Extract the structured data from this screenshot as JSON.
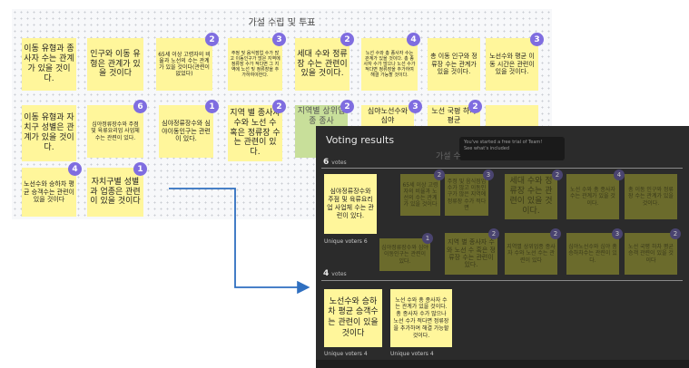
{
  "board": {
    "title": "가설 수립 및 투표",
    "notes": [
      {
        "text": "이동 유형과 종사자 수는 관계가 있을 것이다.",
        "badge": ""
      },
      {
        "text": "인구와 이동 유형은 관계가 있을 것이다",
        "badge": ""
      },
      {
        "text": "65세 이상 고령자의 비율과 노선의 수는 관계가 있을 것이다(관련이 없었다)",
        "badge": "2"
      },
      {
        "text": "주정 및 음식점업 수가 많고 이동인구가 많은 지역에 정류장 수가 적다면 그 지역에 노선 및 정류장을 추가하여야한다.",
        "badge": "3"
      },
      {
        "text": "세대 수와 정류장 수는 관련이 있을 것이다.",
        "badge": "2"
      },
      {
        "text": "노선 수와 총 종사자 수는 관계가 있을 것이다. 총 종사자 수가 많으나 노선 수가 적다면 정류장을 추가하여 해결 가능할 것이다.",
        "badge": "4"
      },
      {
        "text": "총 이동 인구와 정류장 수는 관계가 있을 것이다.",
        "badge": ""
      },
      {
        "text": "노선수와 평균 이동 시간은 관련이 있을 것이다.",
        "badge": "3"
      },
      {
        "text": "이동 유형과 자치구 성별은 관계가 있을 것이다.",
        "badge": ""
      },
      {
        "text": "심야정류장수와 주점 및 육류요리업 사업체 수는 관련이 있다.",
        "badge": "6"
      },
      {
        "text": "심야정류장수와 심야이동인구는 관련이 있다.",
        "badge": "1"
      },
      {
        "text": "지역 별 종사자 수와 노선 수 혹은 정류장 수는 관련이 있다.",
        "badge": "2"
      },
      {
        "text": "지역별 상위업종 종사",
        "badge": "2"
      },
      {
        "text": "심야노선수와 심야",
        "badge": "3"
      },
      {
        "text": "노선 국평 하차 평균",
        "badge": "2"
      },
      {
        "text": "",
        "badge": ""
      },
      {
        "text": "노선수와 승하차 평균 승객수는 관련이 있을 것이다",
        "badge": "4"
      },
      {
        "text": "자치구별 성별과 업종은 관련이 있을 것이다",
        "badge": "1"
      }
    ]
  },
  "voting": {
    "title": "Voting results",
    "toast": {
      "line1": "You've started a free trial of Team!",
      "line2": "See what's included"
    },
    "background_title": "가설 수",
    "groups": [
      {
        "count": "6",
        "votes_label": "votes",
        "note": "심야정류장수와 주점 및 육류요리업 사업체 수는 관련이 있다.",
        "unique_label": "Unique voters 6"
      },
      {
        "count": "4",
        "votes_label": "votes",
        "note1": "노선수와 승하차 평균 승객수는 관련이 있을 것이다",
        "note2": "노선 수와 총 종사자 수는 관계가 있을 것이다. 총 종사자 수가 많으나 노선 수가 적다면 정류장을 추가하여 해결 가능할 것이다.",
        "unique_label1": "Unique voters 4",
        "unique_label2": "Unique voters 4"
      }
    ],
    "ghost_notes": [
      {
        "text": "65세 이상 고령자의 비율과 노선의 수는 관계가 있을 것이다",
        "badge": "2"
      },
      {
        "text": "주정 및 음식점업 수가 많고 이동인구가 많은 지역에 정류장 수가 적다면",
        "badge": "3"
      },
      {
        "text": "세대 수와 정류장 수는 관련이 있을 것이다.",
        "badge": "2"
      },
      {
        "text": "노선 수와 총 종사자 수는 관계가 있을 것이다.",
        "badge": "4"
      },
      {
        "text": "총 이동 인구와 정류장 수는 관계가 있을 것이다.",
        "badge": ""
      },
      {
        "text": "심야정류장수와 심야이동인구는 관련이 있다.",
        "badge": "1"
      },
      {
        "text": "지역 별 종사자 수와 노선 수 혹은 정류장 수는 관련이 있다.",
        "badge": "2"
      },
      {
        "text": "지역별 상위업종 종사자 수와 노선 수는 관련이 있다",
        "badge": "2"
      },
      {
        "text": "심야노선수와 심야 총승하차수는 관련이 있다.",
        "badge": "3"
      },
      {
        "text": "노선 국평 하차 평균 승객 관련이 있을 것이다",
        "badge": "2"
      }
    ]
  },
  "colors": {
    "note": "#fff69b",
    "badge": "#7f6de0",
    "arrow": "#2f6fc0",
    "panel": "#2b2b2b"
  }
}
